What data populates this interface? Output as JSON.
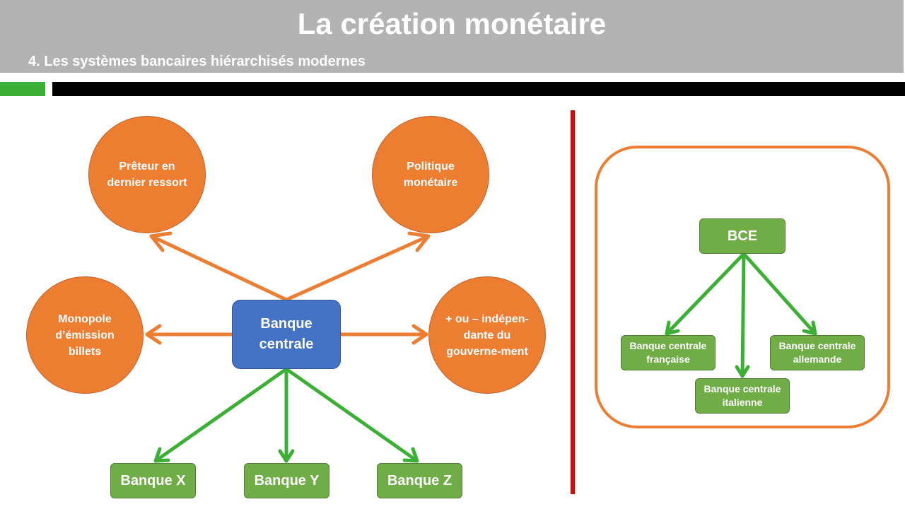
{
  "header": {
    "title": "La création monétaire",
    "subtitle": "4. Les systèmes bancaires hiérarchisés modernes"
  },
  "colors": {
    "header_bg": "#b3b3b3",
    "orange": "#ed7d31",
    "blue": "#4472c4",
    "green": "#70ad47",
    "green_arrow": "#3cb035",
    "divider_red": "#e00000"
  },
  "left_diagram": {
    "central_bank": "Banque centrale",
    "roles": {
      "lender": "Prêteur en dernier ressort",
      "policy": "Politique monétaire",
      "monopoly": "Monopole d’émission billets",
      "independence": "+ ou – indépen-dante du gouverne-ment"
    },
    "banks": [
      "Banque X",
      "Banque Y",
      "Banque Z"
    ]
  },
  "right_diagram": {
    "ecb": "BCE",
    "national_banks": {
      "french": "Banque centrale française",
      "italian": "Banque centrale italienne",
      "german": "Banque centrale allemande"
    }
  }
}
